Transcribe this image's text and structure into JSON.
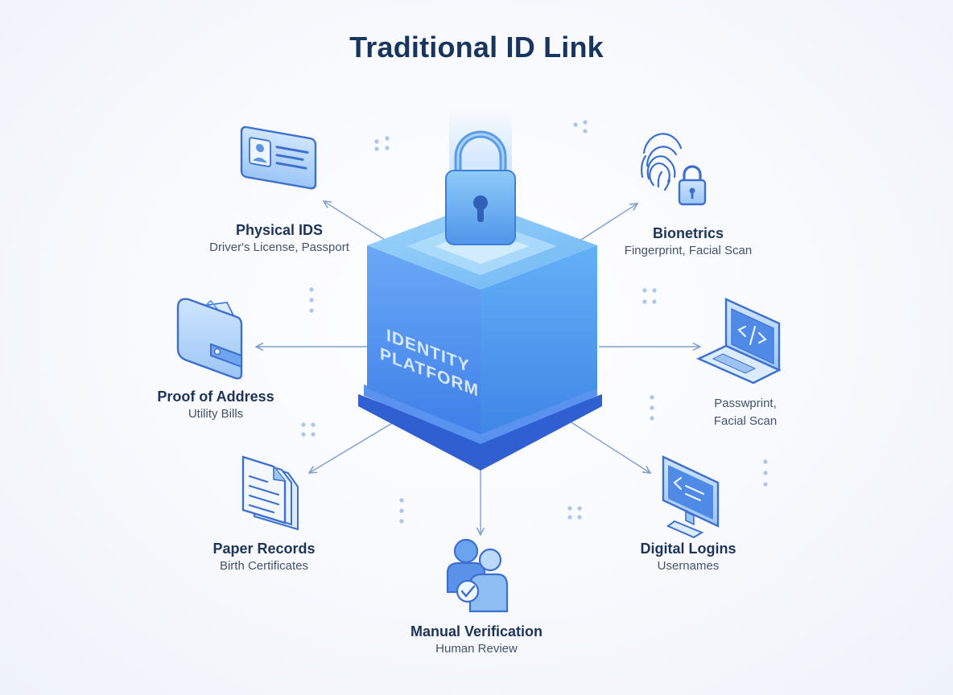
{
  "title": "Traditional ID Link",
  "hub": {
    "line1": "IDENTITY",
    "line2": "PLATFORM"
  },
  "nodes": [
    {
      "id": "physical-ids",
      "heading": "Physical IDS",
      "subtitle": "Driver's License, Passport",
      "icon": "id-card-icon"
    },
    {
      "id": "biometrics",
      "heading": "Bionetrics",
      "subtitle": "Fingerprint, Facial Scan",
      "icon": "fingerprint-lock-icon"
    },
    {
      "id": "proof-of-address",
      "heading": "Proof of Address",
      "subtitle": "Utility Bills",
      "icon": "wallet-icon"
    },
    {
      "id": "laptop",
      "heading": "",
      "subtitle": "Passwprint,",
      "subtitle2": "Facial Scan",
      "icon": "laptop-code-icon"
    },
    {
      "id": "paper-records",
      "heading": "Paper Records",
      "subtitle": "Birth Certificates",
      "icon": "documents-icon"
    },
    {
      "id": "digital-logins",
      "heading": "Digital Logins",
      "subtitle": "Usernames",
      "icon": "monitor-code-icon"
    },
    {
      "id": "manual-verification",
      "heading": "Manual Verification",
      "subtitle": "Human Review",
      "icon": "people-icon"
    }
  ],
  "colors": {
    "title": "#17355e",
    "cube_top": "#7ec3f7",
    "cube_front": "#4d8ef2",
    "cube_side": "#3a78e0",
    "accent": "#4a7fd8",
    "connector": "#7f9fcf"
  }
}
